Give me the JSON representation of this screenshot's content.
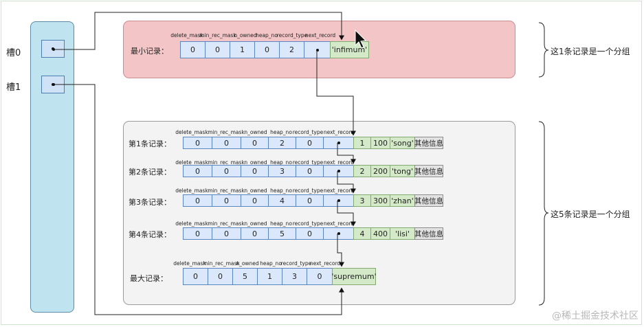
{
  "slots": [
    {
      "label": "槽0"
    },
    {
      "label": "槽1"
    }
  ],
  "group_notes": [
    "这1条记录是一个分组",
    "这5条记录是一个分组"
  ],
  "infimum": {
    "label": "最小记录：",
    "headers": [
      "delete_mask",
      "min_rec_mask",
      "n_owned",
      "heap_no",
      "record_type",
      "next_record"
    ],
    "values": [
      "0",
      "0",
      "1",
      "0",
      "2",
      ""
    ],
    "tag": "'infimum'"
  },
  "records": [
    {
      "label": "第1条记录：",
      "values": [
        "0",
        "0",
        "0",
        "2",
        "0",
        ""
      ],
      "id": "1",
      "num": "100",
      "name": "'song'",
      "other": "其他信息"
    },
    {
      "label": "第2条记录：",
      "values": [
        "0",
        "0",
        "0",
        "3",
        "0",
        ""
      ],
      "id": "2",
      "num": "200",
      "name": "'tong'",
      "other": "其他信息"
    },
    {
      "label": "第3条记录：",
      "values": [
        "0",
        "0",
        "0",
        "4",
        "0",
        ""
      ],
      "id": "3",
      "num": "300",
      "name": "'zhan'",
      "other": "其他信息"
    },
    {
      "label": "第4条记录：",
      "values": [
        "0",
        "0",
        "0",
        "5",
        "0",
        ""
      ],
      "id": "4",
      "num": "400",
      "name": "'lisi'",
      "other": "其他信息"
    }
  ],
  "record_headers": [
    "delete_mask",
    "min_rec_mask",
    "n_owned",
    "heap_no",
    "record_type",
    "next_record"
  ],
  "supremum": {
    "label": "最大记录：",
    "headers": [
      "delete_mask",
      "min_rec_mask",
      "n_owned",
      "heap_no",
      "record_type",
      "next_record"
    ],
    "values": [
      "0",
      "0",
      "5",
      "1",
      "3",
      "0"
    ],
    "tag": "'supremum'"
  },
  "watermark": "@稀土掘金技术社区"
}
